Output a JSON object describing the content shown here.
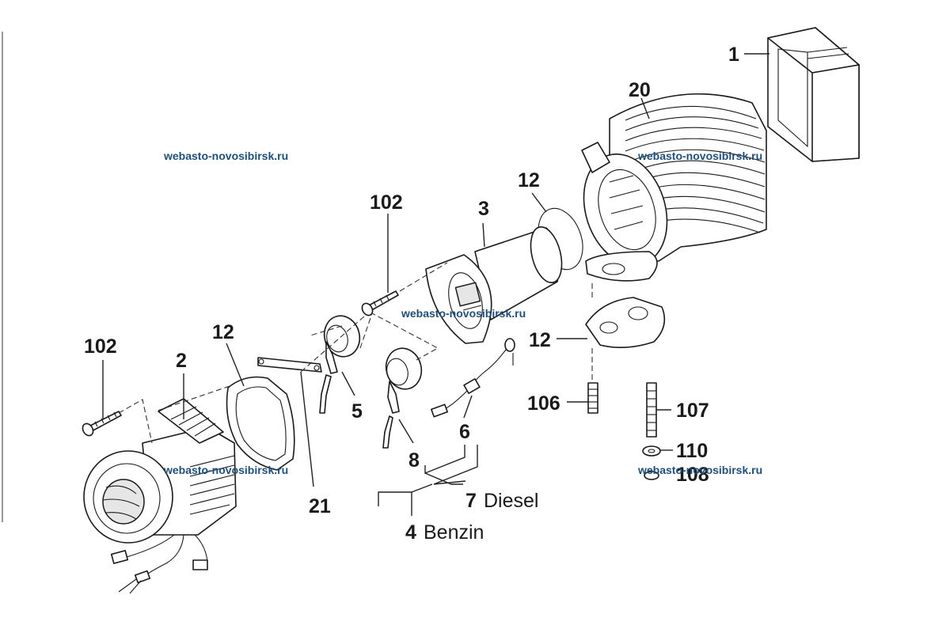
{
  "callouts": {
    "c1": "1",
    "c20": "20",
    "c12a": "12",
    "c3": "3",
    "c102a": "102",
    "c12b": "12",
    "c106": "106",
    "c107": "107",
    "c110": "110",
    "c108": "108",
    "c102b": "102",
    "c2": "2",
    "c12c": "12",
    "c5": "5",
    "c21": "21",
    "c8": "8",
    "c6": "6",
    "c7": "7",
    "c4": "4"
  },
  "variants": {
    "diesel": "Diesel",
    "benzin": "Benzin"
  },
  "watermarks": {
    "w1": "webasto-novosibirsk.ru",
    "w2": "webasto-novosibirsk.ru",
    "w3": "webasto-novosibirsk.ru",
    "w4": "webasto-novosibirsk.ru",
    "w5": "webasto-novosibirsk.ru"
  }
}
